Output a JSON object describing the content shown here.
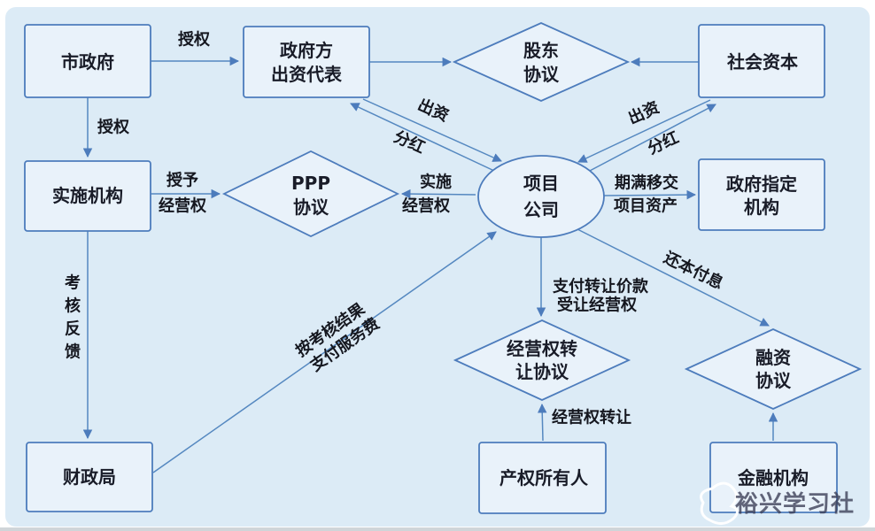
{
  "colors": {
    "page_bg": "#ffffff",
    "canvas_bg": "#dcebf6",
    "shape_fill": "#e9f2fa",
    "shape_border": "#4d7cbc",
    "connector": "#5588c0",
    "text": "#191c28",
    "watermark": "#3a3c54"
  },
  "nodes": {
    "city_government": {
      "label": "市政府"
    },
    "gov_investor_rep": {
      "line1": "政府方",
      "line2": "出资代表"
    },
    "shareholder_agreement": {
      "line1": "股东",
      "line2": "协议"
    },
    "social_capital": {
      "label": "社会资本"
    },
    "implementing_agency": {
      "label": "实施机构"
    },
    "ppp_agreement": {
      "line1": "PPP",
      "line2": "协议"
    },
    "project_company": {
      "line1": "项目",
      "line2": "公司"
    },
    "gov_designated_agency": {
      "line1": "政府指定",
      "line2": "机构"
    },
    "finance_bureau": {
      "label": "财政局"
    },
    "op_transfer_agreement": {
      "line1": "经营权转",
      "line2": "让协议"
    },
    "financing_agreement": {
      "line1": "融资",
      "line2": "协议"
    },
    "property_owner": {
      "label": "产权所有人"
    },
    "financial_institution": {
      "label": "金融机构"
    }
  },
  "edge_labels": {
    "authorize_rep": "授权",
    "authorize_agency": "授权",
    "gov_invest": "出资",
    "gov_dividend": "分红",
    "social_invest": "出资",
    "social_dividend": "分红",
    "grant_1": "授予",
    "grant_2": "经营权",
    "implement_1": "实施",
    "implement_2": "经营权",
    "expiry_1": "期满移交",
    "expiry_2": "项目资产",
    "feedback": [
      "考",
      "核",
      "反",
      "馈"
    ],
    "pay_service_1": "按考核结果",
    "pay_service_2": "支付服务费",
    "pay_transfer_1": "支付转让价款",
    "pay_transfer_2": "受让经营权",
    "op_transfer": "经营权转让",
    "repay": "还本付息"
  },
  "watermark": {
    "text": "裕兴学习社"
  }
}
